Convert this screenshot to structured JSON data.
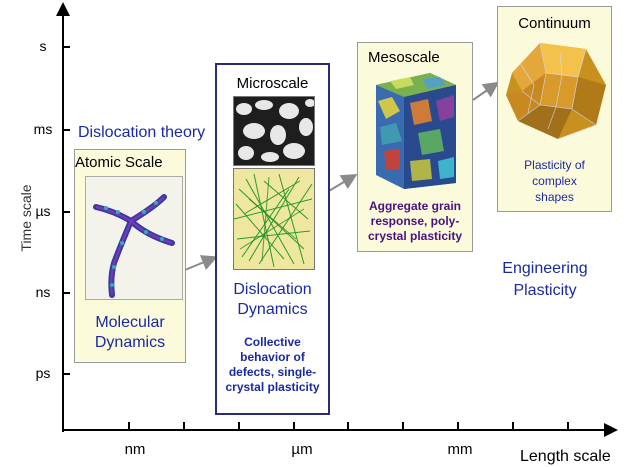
{
  "axes": {
    "y_title": "Time scale",
    "x_title": "Length scale",
    "y_ticks": [
      "s",
      "ms",
      "µs",
      "ns",
      "ps"
    ],
    "x_ticks": [
      "nm",
      "µm",
      "mm"
    ]
  },
  "dislocation_theory": "Dislocation theory",
  "atomic": {
    "title": "Atomic Scale",
    "method_line1": "Molecular",
    "method_line2": "Dynamics"
  },
  "micro": {
    "title": "Microscale",
    "method_line1": "Dislocation",
    "method_line2": "Dynamics",
    "desc": [
      "Collective",
      "behavior of",
      "defects, single-",
      "crystal plasticity"
    ]
  },
  "meso": {
    "title": "Mesoscale",
    "desc": [
      "Aggregate grain",
      "response, poly-",
      "crystal plasticity"
    ]
  },
  "continuum": {
    "title": "Continuum",
    "desc": [
      "Plasticity of",
      "complex",
      "shapes"
    ]
  },
  "engineering": {
    "line1": "Engineering",
    "line2": "Plasticity"
  },
  "colors": {
    "label_blue": "#1a2aa0",
    "desc_purple": "#4a1080",
    "box_fill": "#fbfbdc",
    "micro_border": "#2a2a7a",
    "arrow_gray": "#8a8a8a"
  }
}
